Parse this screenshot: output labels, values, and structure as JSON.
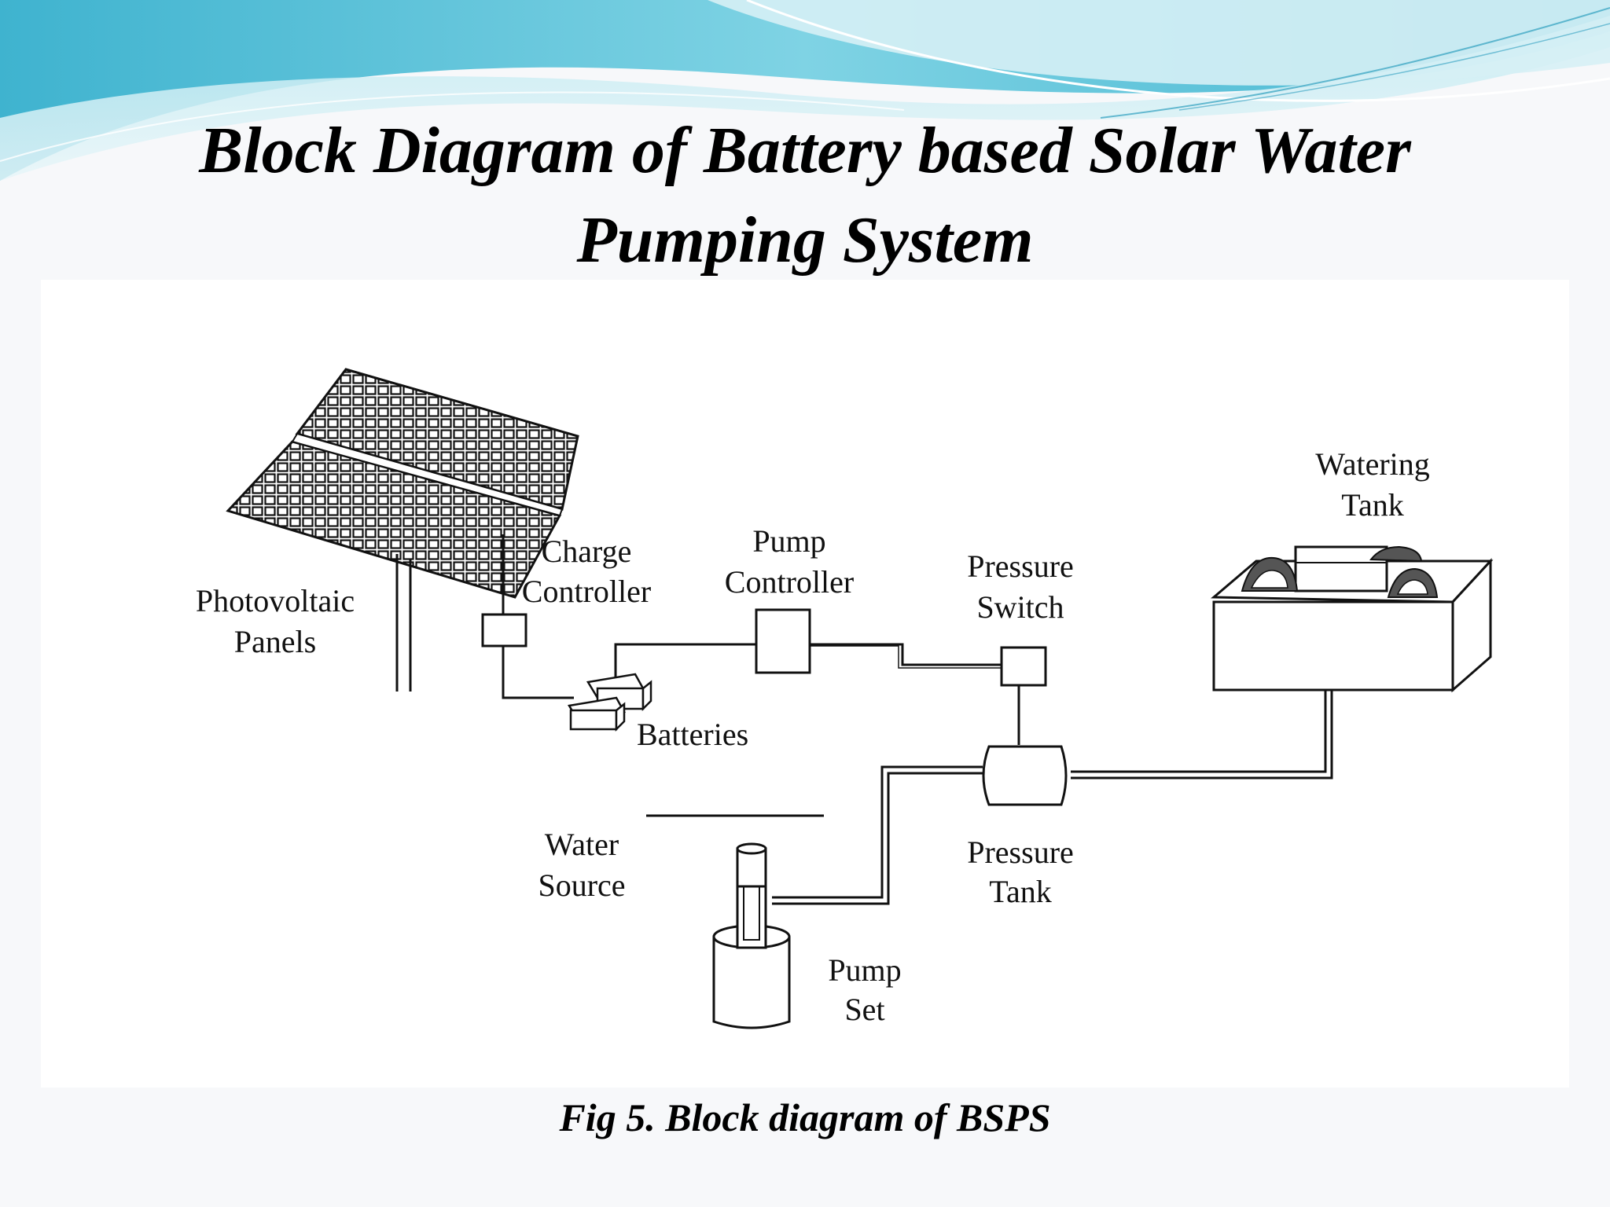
{
  "slide": {
    "title_line1": "Block Diagram of Battery based Solar Water",
    "title_line2": "Pumping System",
    "caption": "Fig 5. Block diagram of BSPS"
  },
  "diagram": {
    "labels": {
      "photovoltaic_line1": "Photovoltaic",
      "photovoltaic_line2": "Panels",
      "charge_line1": "Charge",
      "charge_line2": "Controller",
      "pump_ctrl_line1": "Pump",
      "pump_ctrl_line2": "Controller",
      "pressure_switch_line1": "Pressure",
      "pressure_switch_line2": "Switch",
      "watering_line1": "Watering",
      "watering_line2": "Tank",
      "batteries": "Batteries",
      "water_source_line1": "Water",
      "water_source_line2": "Source",
      "pressure_tank_line1": "Pressure",
      "pressure_tank_line2": "Tank",
      "pump_set_line1": "Pump",
      "pump_set_line2": "Set"
    }
  },
  "colors": {
    "wave_dark": "#3fb3cf",
    "wave_light": "#9fdde9",
    "line": "#111111"
  }
}
